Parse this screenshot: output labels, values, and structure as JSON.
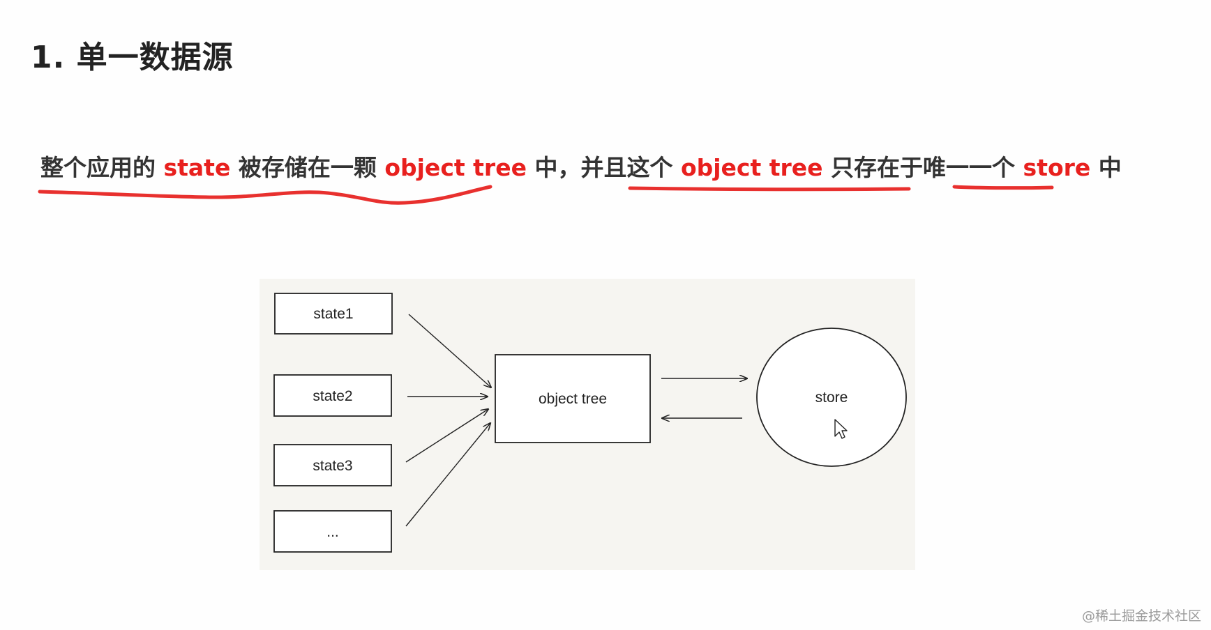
{
  "title": "1. 单一数据源",
  "statement": {
    "p1": "整个应用的 ",
    "h1": "state",
    "p2": " 被存储在一颗 ",
    "h2": "object tree",
    "p3": " 中，并且这个 ",
    "h3": "object tree",
    "p4": " 只存在于唯一一个 ",
    "h4": "store",
    "p5": " 中"
  },
  "colors": {
    "highlight": "#e8201e",
    "underline": "#e8302e"
  },
  "diagram": {
    "states": [
      "state1",
      "state2",
      "state3",
      "..."
    ],
    "object_tree": "object tree",
    "store": "store"
  },
  "cursor_icon": "mouse-pointer-icon",
  "watermark": "@稀土掘金技术社区"
}
